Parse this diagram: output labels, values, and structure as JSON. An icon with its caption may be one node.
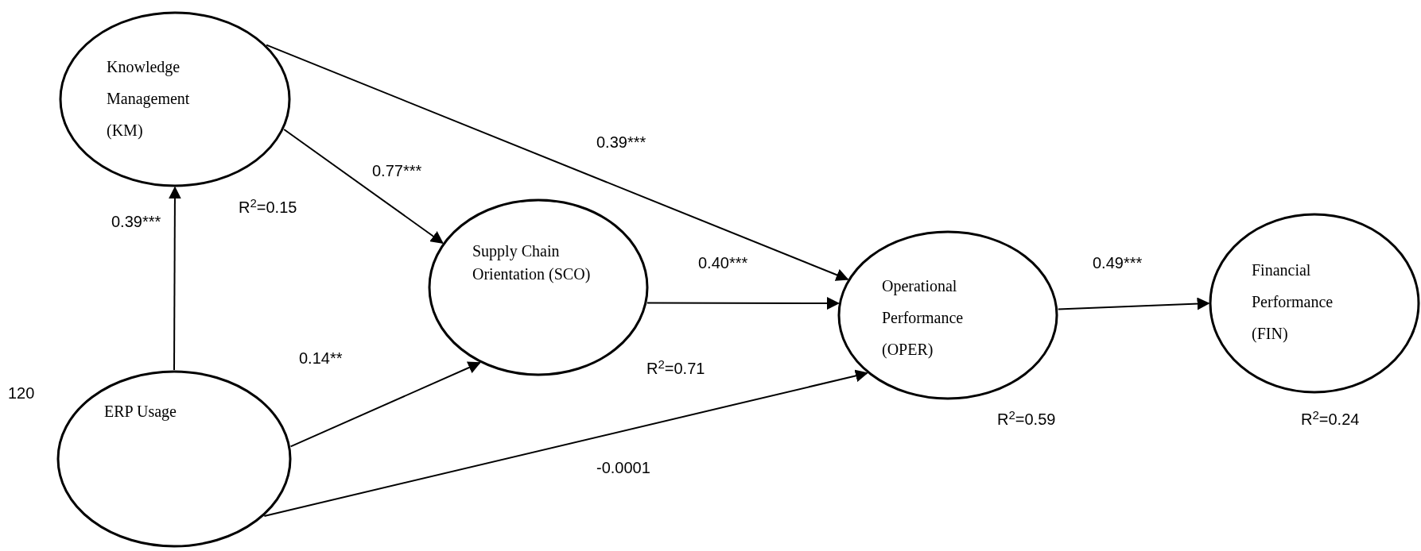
{
  "diagram": {
    "nodes": [
      {
        "text": [
          "Knowledge Management (KM)"
        ],
        "beside": [
          "R$^{2}$=0.15"
        ]
      },
      {
        "text": [
          "Supply Chain Orientation (SCO)"
        ],
        "beside": [
          "R$^{2}$=0.71"
        ]
      },
      {
        "text": [
          "Operational Performance (OPER)"
        ],
        "beside": [
          "R$^{2}$=0.59"
        ]
      },
      {
        "text": [
          "Financial Performance (FIN)"
        ],
        "beside": [
          "R$^{2}$=0.24"
        ]
      },
      {
        "text": [
          "ERP Usage"
        ]
      }
    ],
    "edges": [
      {
        "from": 4,
        "to": 0,
        "arrow": "to",
        "label": "0.39***"
      },
      {
        "from": 0,
        "to": 1,
        "arrow": "to",
        "label": "0.77***"
      },
      {
        "from": 0,
        "to": 2,
        "arrow": "to",
        "label": "0.39***"
      },
      {
        "from": 4,
        "to": 1,
        "arrow": "to",
        "label": "0.14**"
      },
      {
        "from": 1,
        "to": 2,
        "arrow": "to",
        "label": "0.40***"
      },
      {
        "from": 4,
        "to": 2,
        "arrow": "to",
        "label": "-0.0001"
      },
      {
        "from": 2,
        "to": 3,
        "arrow": "to",
        "label": "0.49***"
      }
    ],
    "labels": [
      "120"
    ]
  }
}
